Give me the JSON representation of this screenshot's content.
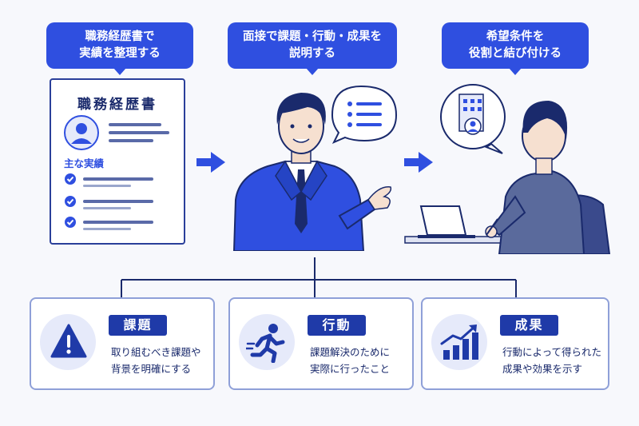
{
  "steps": [
    {
      "line1": "職務経歴書で",
      "line2": "実績を整理する"
    },
    {
      "line1": "面接で課題・行動・成果を",
      "line2": "説明する"
    },
    {
      "line1": "希望条件を",
      "line2": "役割と結び付ける"
    }
  ],
  "document": {
    "title": "職務経歴書",
    "section": "主な実績"
  },
  "cards": [
    {
      "tag": "課題",
      "line1": "取り組むべき課題や",
      "line2": "背景を明確にする",
      "icon": "warning-icon"
    },
    {
      "tag": "行動",
      "line1": "課題解決のために",
      "line2": "実際に行ったこと",
      "icon": "running-person-icon"
    },
    {
      "tag": "成果",
      "line1": "行動によって得られた",
      "line2": "成果や効果を示す",
      "icon": "growth-chart-icon"
    }
  ],
  "colors": {
    "primary": "#2f4fe0",
    "navy": "#1f3aa8",
    "text": "#1a2a6c",
    "background": "#f7f8fc"
  }
}
